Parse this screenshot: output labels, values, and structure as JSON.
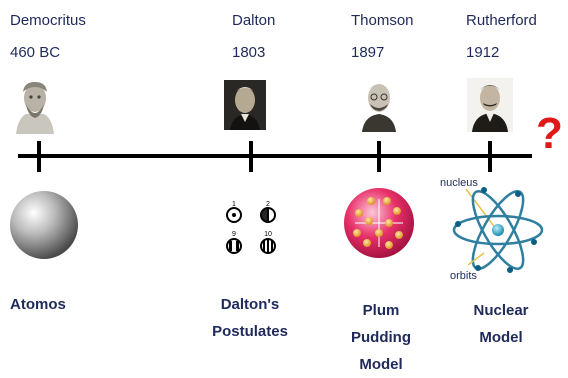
{
  "timeline": [
    {
      "name": "Democritus",
      "year": "460 BC",
      "model": [
        "Atomos"
      ],
      "portrait_icon": "marble-bust-portrait"
    },
    {
      "name": "Dalton",
      "year": "1803",
      "model": [
        "Dalton's",
        "Postulates"
      ],
      "portrait_icon": "dalton-portrait"
    },
    {
      "name": "Thomson",
      "year": "1897",
      "model": [
        "Plum",
        "Pudding",
        "Model"
      ],
      "portrait_icon": "thomson-portrait"
    },
    {
      "name": "Rutherford",
      "year": "1912",
      "model": [
        "Nuclear",
        "Model"
      ],
      "portrait_icon": "rutherford-portrait"
    }
  ],
  "question_mark": "?",
  "symbols": {
    "s1": "1",
    "s2": "2",
    "s9": "9",
    "s10": "10"
  },
  "rutherford_labels": {
    "nucleus": "nucleus",
    "orbits": "orbits"
  },
  "colors": {
    "text": "#1f2a5a",
    "question": "#e01818",
    "timeline": "#000000",
    "plum": "#e8306a",
    "electron": "#f2a830"
  }
}
